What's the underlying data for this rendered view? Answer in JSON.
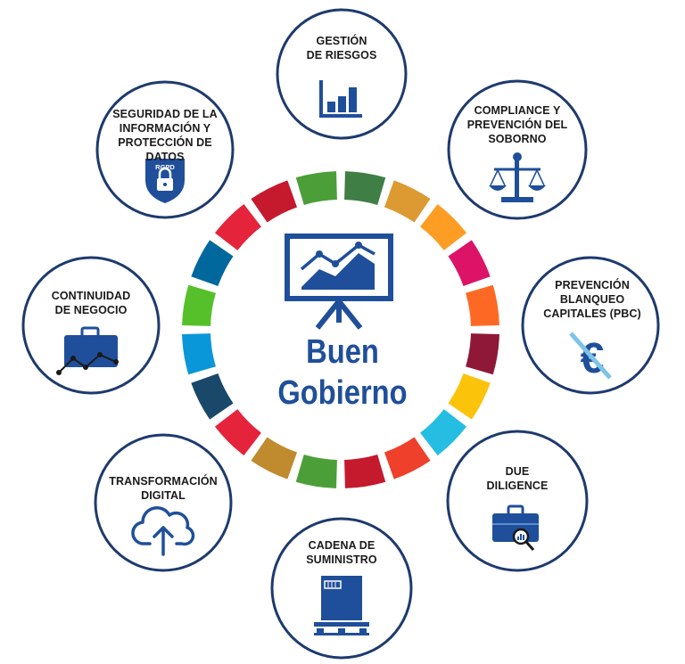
{
  "center": {
    "title_line1": "Buen",
    "title_line2": "Gobierno"
  },
  "colors": {
    "primary_blue": "#1f4f9a",
    "ring_outline": "#1d3a6e",
    "sdg_ring": [
      "#3f7e44",
      "#dd9a33",
      "#fd9d24",
      "#dd1367",
      "#fd6925",
      "#8f1838",
      "#fcc30b",
      "#26bde2",
      "#ef402b",
      "#c5192d",
      "#4c9f38",
      "#bf8b2e",
      "#e5243b",
      "#19486a",
      "#0a97d9",
      "#56c02b",
      "#00689d",
      "#e5243b",
      "#c5192d",
      "#4c9f38"
    ]
  },
  "nodes": [
    {
      "id": "gestion-riesgos",
      "lines": [
        "GESTIÓN",
        "DE RIESGOS"
      ],
      "icon": "bar-chart-icon"
    },
    {
      "id": "compliance",
      "lines": [
        "COMPLIANCE Y",
        "PREVENCIÓN DEL",
        "SOBORNO"
      ],
      "icon": "scales-icon"
    },
    {
      "id": "prevencion-blanqueo",
      "lines": [
        "PREVENCIÓN",
        "BLANQUEO",
        "CAPITALES (PBC)"
      ],
      "icon": "euro-crossed-icon"
    },
    {
      "id": "due-diligence",
      "lines": [
        "DUE",
        "DILIGENCE"
      ],
      "icon": "briefcase-search-icon"
    },
    {
      "id": "cadena-suministro",
      "lines": [
        "CADENA DE",
        "SUMINISTRO"
      ],
      "icon": "pallet-box-icon"
    },
    {
      "id": "transformacion-digital",
      "lines": [
        "TRANSFORMACIÓN",
        "DIGITAL"
      ],
      "icon": "cloud-upload-icon"
    },
    {
      "id": "continuidad-negocio",
      "lines": [
        "CONTINUIDAD",
        "DE NEGOCIO"
      ],
      "icon": "briefcase-graph-icon"
    },
    {
      "id": "seguridad-informacion",
      "lines": [
        "SEGURIDAD DE LA",
        "INFORMACIÓN Y",
        "PROTECCIÓN DE DATOS"
      ],
      "icon": "shield-lock-icon",
      "badge": "RGPD"
    }
  ]
}
